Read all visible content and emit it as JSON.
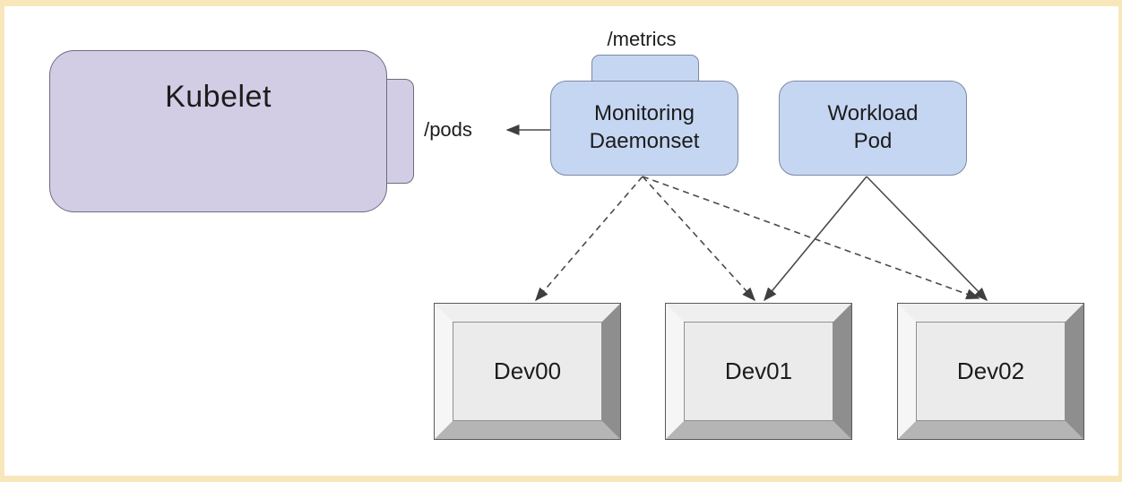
{
  "frame": {
    "border_color": "#f8e7ba",
    "background": "#ffffff"
  },
  "diagram": {
    "kubelet": {
      "label": "Kubelet",
      "endpoint_label": "/pods"
    },
    "monitoring_daemonset": {
      "lines": [
        "Monitoring",
        "Daemonset"
      ],
      "endpoint_label": "/metrics"
    },
    "workload_pod": {
      "lines": [
        "Workload",
        "Pod"
      ]
    },
    "devices": [
      {
        "label": "Dev00"
      },
      {
        "label": "Dev01"
      },
      {
        "label": "Dev02"
      }
    ],
    "edges": [
      {
        "from": "monitoring-daemonset",
        "to": "kubelet-pods",
        "style": "solid"
      },
      {
        "from": "monitoring-daemonset",
        "to": "dev00",
        "style": "dashed"
      },
      {
        "from": "monitoring-daemonset",
        "to": "dev01",
        "style": "dashed"
      },
      {
        "from": "monitoring-daemonset",
        "to": "dev02",
        "style": "dashed"
      },
      {
        "from": "workload-pod",
        "to": "dev01",
        "style": "solid"
      },
      {
        "from": "workload-pod",
        "to": "dev02",
        "style": "solid"
      }
    ],
    "colors": {
      "kubelet_fill": "#d2cde4",
      "pod_fill": "#c5d6f2",
      "line": "#4a4a4a",
      "arrowhead": "#3f3f3f",
      "device_face": "#ebebeb"
    }
  }
}
